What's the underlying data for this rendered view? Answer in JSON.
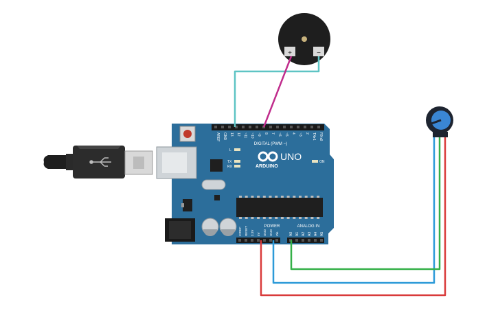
{
  "board": {
    "brand_label": "ARDUINO",
    "model_label": "UNO",
    "digital_header_label": "DIGITAL (PWM ~)",
    "power_label": "POWER",
    "analog_label": "ANALOG IN",
    "on_label": "ON",
    "led_labels": {
      "l": "L",
      "tx": "TX",
      "rx": "RX"
    },
    "digital_pins": [
      "AREF",
      "GND",
      "13",
      "12",
      "~11",
      "~10",
      "~9",
      "8",
      "7",
      "~6",
      "~5",
      "4",
      "~3",
      "2",
      "TX▸1",
      "RX◂0"
    ],
    "power_pins": [
      "IOREF",
      "RESET",
      "3.3V",
      "5V",
      "GND",
      "GND",
      "Vin"
    ],
    "analog_pins": [
      "A0",
      "A1",
      "A2",
      "A3",
      "A4",
      "A5"
    ]
  },
  "buzzer": {
    "plus_label": "+",
    "minus_label": "−"
  },
  "colors": {
    "board": "#2c6e9b",
    "wire_teal": "#5ec4c4",
    "wire_magenta": "#c02c8c",
    "wire_red": "#d93a3a",
    "wire_blue": "#2c9ad8",
    "wire_green": "#34b048"
  }
}
